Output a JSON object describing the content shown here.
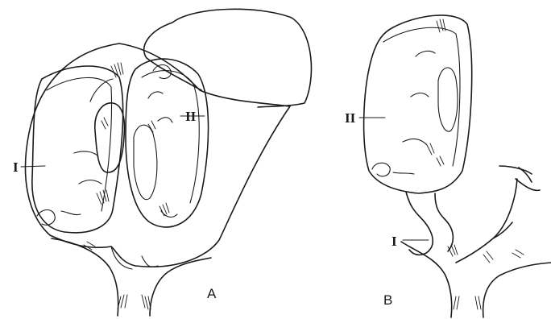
{
  "figure": {
    "panel_a": {
      "caption": "A",
      "label_left": "I",
      "label_right": "II"
    },
    "panel_b": {
      "caption": "B",
      "label_upper": "II",
      "label_lower": "I"
    }
  }
}
